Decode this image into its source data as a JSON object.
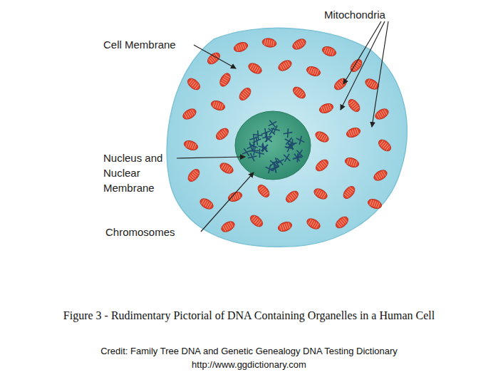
{
  "diagram": {
    "caption": "Figure 3 - Rudimentary Pictorial of DNA Containing Organelles in a Human Cell",
    "labels": [
      "Cell Membrane",
      "Mitochondria",
      "Nucleus and Nuclear Membrane",
      "Chromosomes",
      "Credit: Family Tree DNA and Genetic Genealogy DNA Testing Dictionary",
      "http://www.ggdictionary.com"
    ]
  }
}
